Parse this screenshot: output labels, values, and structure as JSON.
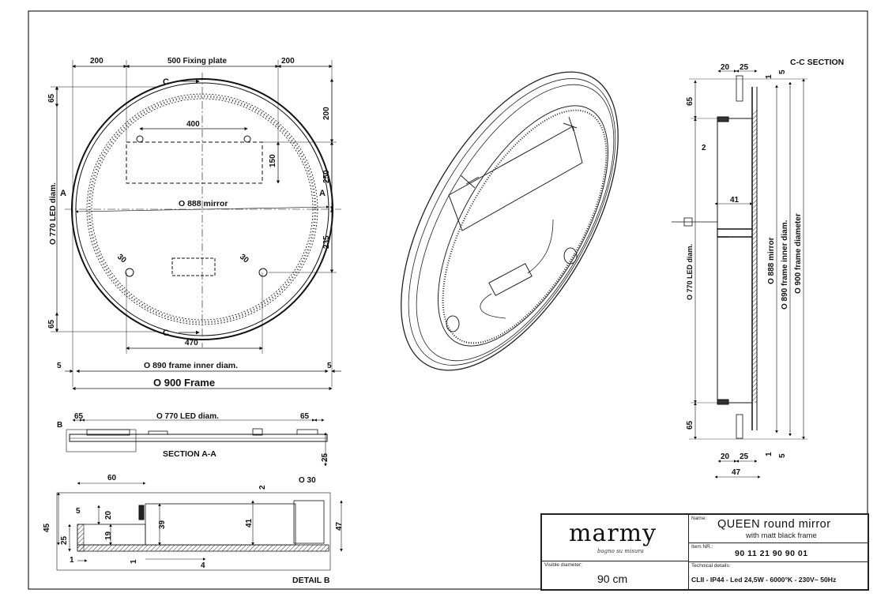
{
  "labels": {
    "top_dim_left": "200",
    "top_dim_mid": "500 Fixing plate",
    "top_dim_right": "200",
    "cut_c_top": "C",
    "cut_c_bottom": "C",
    "cut_a_left": "A",
    "cut_a_right": "A",
    "dim_400": "400",
    "dim_150": "150",
    "mirror_diam": "O 888 mirror",
    "hole_left": "30",
    "hole_right": "30",
    "dim_470": "470",
    "right_200": "200",
    "right_250": "250",
    "right_235": "235",
    "left_65_top": "65",
    "left_65_bottom": "65",
    "led_diam_vertical": "O 770 LED diam.",
    "frame_inner_diam": "O 890 frame inner diam.",
    "side_5_left": "5",
    "side_5_right": "5",
    "frame_diam": "O 900 Frame",
    "sec_a_65_left": "65",
    "sec_a_65_right": "65",
    "sec_a_led": "O 770 LED diam.",
    "sec_a_b": "B",
    "sec_a_title": "SECTION A-A",
    "sec_a_25": "25",
    "det_60": "60",
    "det_2": "2",
    "det_o30": "O 30",
    "det_5": "5",
    "det_20": "20",
    "det_19": "19",
    "det_45": "45",
    "det_25": "25",
    "det_39": "39",
    "det_41": "41",
    "det_47": "47",
    "det_1a": "1",
    "det_1b": "1",
    "det_4": "4",
    "det_title": "DETAIL B",
    "cc_20": "20",
    "cc_25": "25",
    "cc_1": "1",
    "cc_5": "5",
    "cc_title": "C-C SECTION",
    "cc_65_top": "65",
    "cc_2": "2",
    "cc_41": "41",
    "cc_led": "O 770 LED diam.",
    "cc_mirror": "O 888 mirror",
    "cc_inner": "O 890 frame inner diam.",
    "cc_frame": "O 900 frame diameter",
    "cc_65_bottom": "65",
    "cc_20b": "20",
    "cc_25b": "25",
    "cc_1b": "1",
    "cc_5b": "5",
    "cc_47": "47"
  },
  "title_block": {
    "brand": "marmy",
    "brand_tagline": "bagno su misura",
    "name_label": "Name:",
    "product_name": "QUEEN round mirror",
    "product_sub": "with matt black frame",
    "item_label": "Item NR.:",
    "item_number": "90 11 21 90 90 01",
    "visible_label": "Visible diameter:",
    "visible_value": "90 cm",
    "tech_label": "Technical details:",
    "tech_value": "CLII - IP44 - Led 24,5W - 6000°K - 230V~  50Hz"
  }
}
